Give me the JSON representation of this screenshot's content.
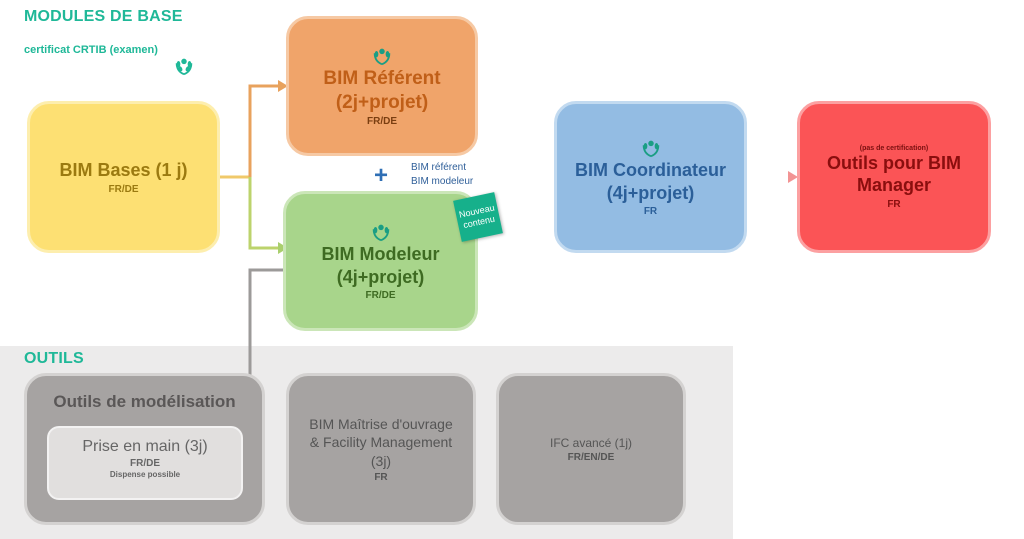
{
  "sections": {
    "base_title": "MODULES DE BASE",
    "base_note": "certificat CRTIB (examen)",
    "tools_title": "OUTILS"
  },
  "colors": {
    "teal": "#1fb898",
    "bases": "#fde073",
    "referent": "#f0a46a",
    "modeleur": "#a8d58b",
    "coordinateur": "#93bce3",
    "manager": "#fb5456",
    "tools": "#a6a3a2"
  },
  "modules": {
    "bases": {
      "title": "BIM Bases (1 j)",
      "lang": "FR/DE"
    },
    "referent": {
      "title_line1": "BIM Référent",
      "title_line2": "(2j+projet)",
      "lang": "FR/DE"
    },
    "modeleur": {
      "title_line1": "BIM Modeleur",
      "title_line2": "(4j+projet)",
      "lang": "FR/DE",
      "tag": "Nouveau contenu"
    },
    "coordinateur": {
      "title_line1": "BIM Coordinateur",
      "title_line2": "(4j+projet)",
      "lang": "FR"
    },
    "manager": {
      "note": "(pas de certification)",
      "title_line1": "Outils pour BIM",
      "title_line2": "Manager",
      "lang": "FR"
    }
  },
  "connector": {
    "plus": "+",
    "line1": "BIM référent",
    "line2": "BIM  modeleur"
  },
  "tools": {
    "modelisation": {
      "title": "Outils de modélisation",
      "inner_title": "Prise en main (3j)",
      "inner_lang": "FR/DE",
      "inner_note": "Dispense possible"
    },
    "maitrise": {
      "title_line1": "BIM Maîtrise d'ouvrage",
      "title_line2": "& Facility Management",
      "title_line3": "(3j)",
      "lang": "FR"
    },
    "ifc": {
      "title": "IFC avancé (1j)",
      "lang": "FR/EN/DE"
    }
  }
}
